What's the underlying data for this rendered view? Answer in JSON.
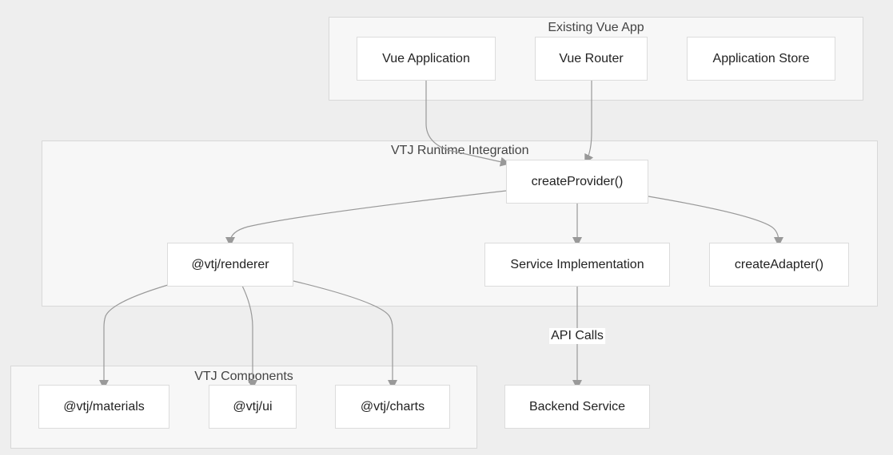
{
  "clusters": {
    "existing": {
      "title": "Existing Vue App"
    },
    "runtime": {
      "title": "VTJ Runtime Integration"
    },
    "components": {
      "title": "VTJ Components"
    }
  },
  "nodes": {
    "vue_app": "Vue Application",
    "vue_router": "Vue Router",
    "app_store": "Application Store",
    "create_provider": "createProvider()",
    "renderer": "@vtj/renderer",
    "service_impl": "Service Implementation",
    "create_adapter": "createAdapter()",
    "materials": "@vtj/materials",
    "ui": "@vtj/ui",
    "charts": "@vtj/charts",
    "backend": "Backend Service"
  },
  "edge_labels": {
    "api_calls": "API Calls"
  },
  "edges": [
    {
      "from": "vue_app",
      "to": "create_provider"
    },
    {
      "from": "vue_router",
      "to": "create_provider"
    },
    {
      "from": "create_provider",
      "to": "renderer"
    },
    {
      "from": "create_provider",
      "to": "service_impl"
    },
    {
      "from": "create_provider",
      "to": "create_adapter"
    },
    {
      "from": "renderer",
      "to": "materials"
    },
    {
      "from": "renderer",
      "to": "ui"
    },
    {
      "from": "renderer",
      "to": "charts"
    },
    {
      "from": "service_impl",
      "to": "backend",
      "label": "api_calls"
    }
  ]
}
